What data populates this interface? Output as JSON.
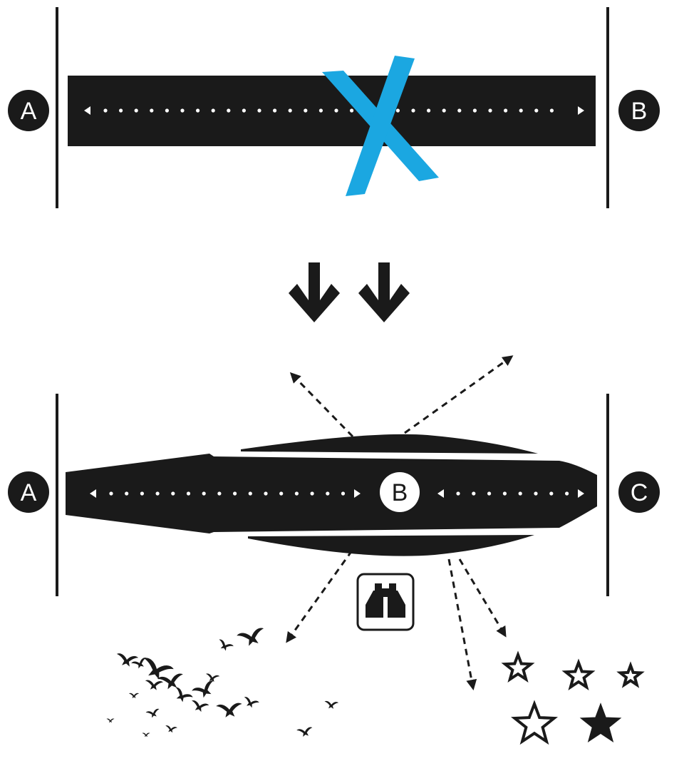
{
  "colors": {
    "ink": "#1a1a1a",
    "cross": "#1ba7e1",
    "paper": "#ffffff"
  },
  "top_panel": {
    "start_label": "A",
    "end_label": "B",
    "blocked_icon": "x-mark-icon"
  },
  "transition_icon": "double-down-arrow-icon",
  "bottom_panel": {
    "start_label": "A",
    "mid_label": "B",
    "end_label": "C",
    "viewpoint_icon": "binoculars-icon",
    "wildlife_icon": "flock-of-birds-icon",
    "sky_icon": "stars-icon"
  }
}
